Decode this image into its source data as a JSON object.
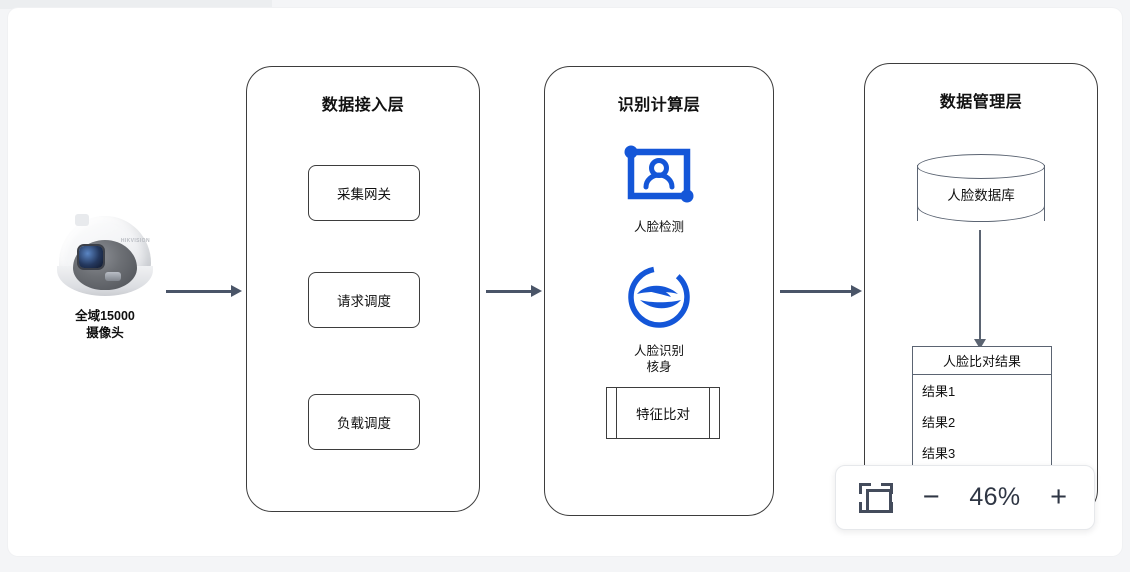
{
  "diagram": {
    "source_node": {
      "icon": "dome-camera-icon",
      "brand_text": "HIKVISION",
      "label_line1": "全域15000",
      "label_line2": "摄像头"
    },
    "layers": [
      {
        "id": "access",
        "title": "数据接入层",
        "boxes": [
          "采集网关",
          "请求调度",
          "负载调度"
        ]
      },
      {
        "id": "compute",
        "title": "识别计算层",
        "items": [
          {
            "icon": "face-detection-icon",
            "caption_line1": "人脸检测",
            "caption_line2": ""
          },
          {
            "icon": "face-recognition-eye-icon",
            "caption_line1": "人脸识别",
            "caption_line2": "核身"
          }
        ],
        "process_box": "特征比对"
      },
      {
        "id": "data",
        "title": "数据管理层",
        "database_label": "人脸数据库",
        "result_table": {
          "header": "人脸比对结果",
          "rows": [
            "结果1",
            "结果2",
            "结果3"
          ]
        }
      }
    ],
    "connectors": [
      {
        "id": "camera-to-access",
        "type": "arrow-right"
      },
      {
        "id": "access-to-compute",
        "type": "arrow-right"
      },
      {
        "id": "compute-to-data",
        "type": "arrow-right"
      },
      {
        "id": "database-to-result",
        "type": "arrow-down"
      }
    ]
  },
  "zoom_control": {
    "fit_icon": "fit-to-screen-icon",
    "zoom_out_label": "−",
    "zoom_level": "46%",
    "zoom_in_label": "+"
  },
  "colors": {
    "accent_blue": "#1456d8",
    "arrow_slate": "#4a5568",
    "outline": "#3d3d3d",
    "table_outline": "#5b6472",
    "canvas_bg": "#ffffff",
    "page_bg": "#f4f5f7"
  }
}
